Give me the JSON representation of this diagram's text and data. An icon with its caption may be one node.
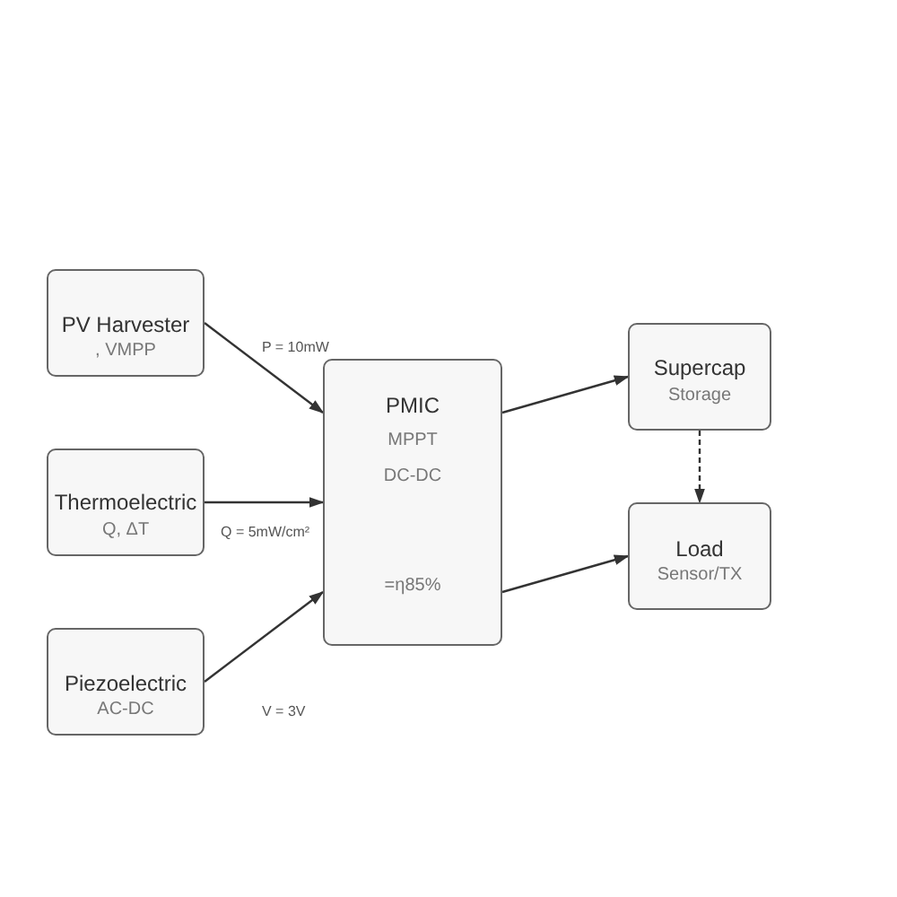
{
  "diagram": {
    "nodes": [
      {
        "text": [
          "PV Harvester",
          ", VMPP"
        ]
      },
      {
        "text": [
          "Thermoelectric",
          "Q, ΔT"
        ]
      },
      {
        "text": [
          "Piezoelectric",
          "AC-DC"
        ]
      },
      {
        "text": [
          "PMIC",
          "MPPT",
          "DC-DC",
          "=η85%"
        ]
      },
      {
        "text": [
          "Supercap",
          "Storage"
        ]
      },
      {
        "text": [
          "Load",
          "Sensor/TX"
        ]
      }
    ],
    "edges": [
      {
        "from": 0,
        "to": 3,
        "arrow": "to",
        "label": "P = 10mW"
      },
      {
        "from": 1,
        "to": 3,
        "arrow": "to",
        "label": "Q = 5mW/cm²"
      },
      {
        "from": 2,
        "to": 3,
        "arrow": "to",
        "label": "V = 3V"
      },
      {
        "from": 3,
        "to": 4,
        "arrow": "to"
      },
      {
        "from": 3,
        "to": 5,
        "arrow": "to"
      },
      {
        "from": 4,
        "to": 5,
        "arrow": "to",
        "style": "dashed"
      }
    ]
  }
}
